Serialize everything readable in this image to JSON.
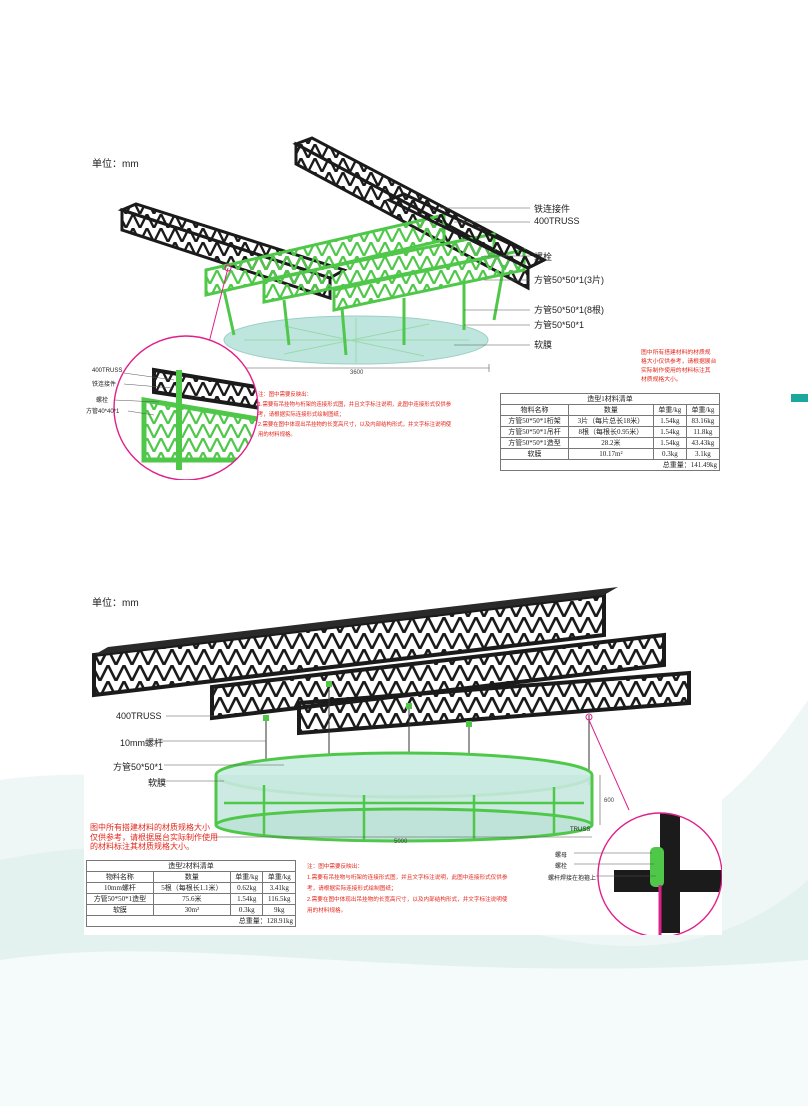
{
  "colors": {
    "accent": "#1aa89e",
    "truss": "#1b1b1b",
    "frame": "#5fd65a",
    "membrane": "#bfe6de",
    "note": "#e4261b",
    "callout": "#e0208a"
  },
  "section1": {
    "unit": "单位：mm",
    "labels": [
      "铁连接件",
      "400TRUSS",
      "螺栓",
      "方管50*50*1(3片)",
      "方管50*50*1(8根)",
      "方管50*50*1",
      "软膜"
    ],
    "dimension": "3600",
    "detail_labels": [
      "400TRUSS",
      "铁连接件",
      "螺栓",
      "方管40*40*1"
    ],
    "red_note": [
      "图中所有搭建材料的材质规",
      "格大小仅供参考，请根据展台",
      "实际制作使用的材料标注其",
      "材质规格大小。"
    ],
    "notes": [
      "注：图中需要反映出：",
      "1.需要有吊挂物与桁架的连接形式图，并且文字标注说明，此图中连接形式仅供参",
      "考，请根据实际连接形式绘制图纸；",
      "2.需要在图中体现出吊挂物的长宽高尺寸，以及内部结构形式，并文字标注说明使",
      "用的材料规格。"
    ],
    "table": {
      "title": "造型1材料清单",
      "headers": [
        "物料名称",
        "数量",
        "单重/kg",
        "单重/kg"
      ],
      "rows": [
        [
          "方管50*50*1桁架",
          "3片（每片总长18米）",
          "1.54kg",
          "83.16kg"
        ],
        [
          "方管50*50*1吊杆",
          "8根（每根长0.95米）",
          "1.54kg",
          "11.8kg"
        ],
        [
          "方管50*50*1造型",
          "28.2米",
          "1.54kg",
          "43.43kg"
        ],
        [
          "软膜",
          "10.17m²",
          "0.3kg",
          "3.1kg"
        ]
      ],
      "total": "总重量：141.49kg"
    }
  },
  "section2": {
    "unit": "单位：mm",
    "labels": [
      "400TRUSS",
      "10mm螺杆",
      "方管50*50*1",
      "软膜"
    ],
    "dimension_width": "5000",
    "dimension_height": "600",
    "truss_label": "TRUSS",
    "detail_labels": [
      "螺母",
      "螺栓",
      "螺杆焊接在抱箍上"
    ],
    "red_note": [
      "图中所有搭建材料的材质规格大小",
      "仅供参考，请根据展台实际制作使用",
      "的材料标注其材质规格大小。"
    ],
    "notes": [
      "注：图中需要反映出：",
      "1.需要有吊挂物与桁架的连接形式图，并且文字标注说明，此图中连接形式仅供参",
      "考，请根据实际连接形式绘制图纸；",
      "2.需要在图中体现出吊挂物的长宽高尺寸，以及内部结构形式，并文字标注说明使",
      "用的材料规格。"
    ],
    "table": {
      "title": "造型2材料清单",
      "headers": [
        "物料名称",
        "数量",
        "单重/kg",
        "单重/kg"
      ],
      "rows": [
        [
          "10mm螺杆",
          "5根（每根长1.1米）",
          "0.62kg",
          "3.41kg"
        ],
        [
          "方管50*50*1造型",
          "75.6米",
          "1.54kg",
          "116.5kg"
        ],
        [
          "软膜",
          "30m²",
          "0.3kg",
          "9kg"
        ]
      ],
      "total": "总重量：128.91kg"
    }
  }
}
